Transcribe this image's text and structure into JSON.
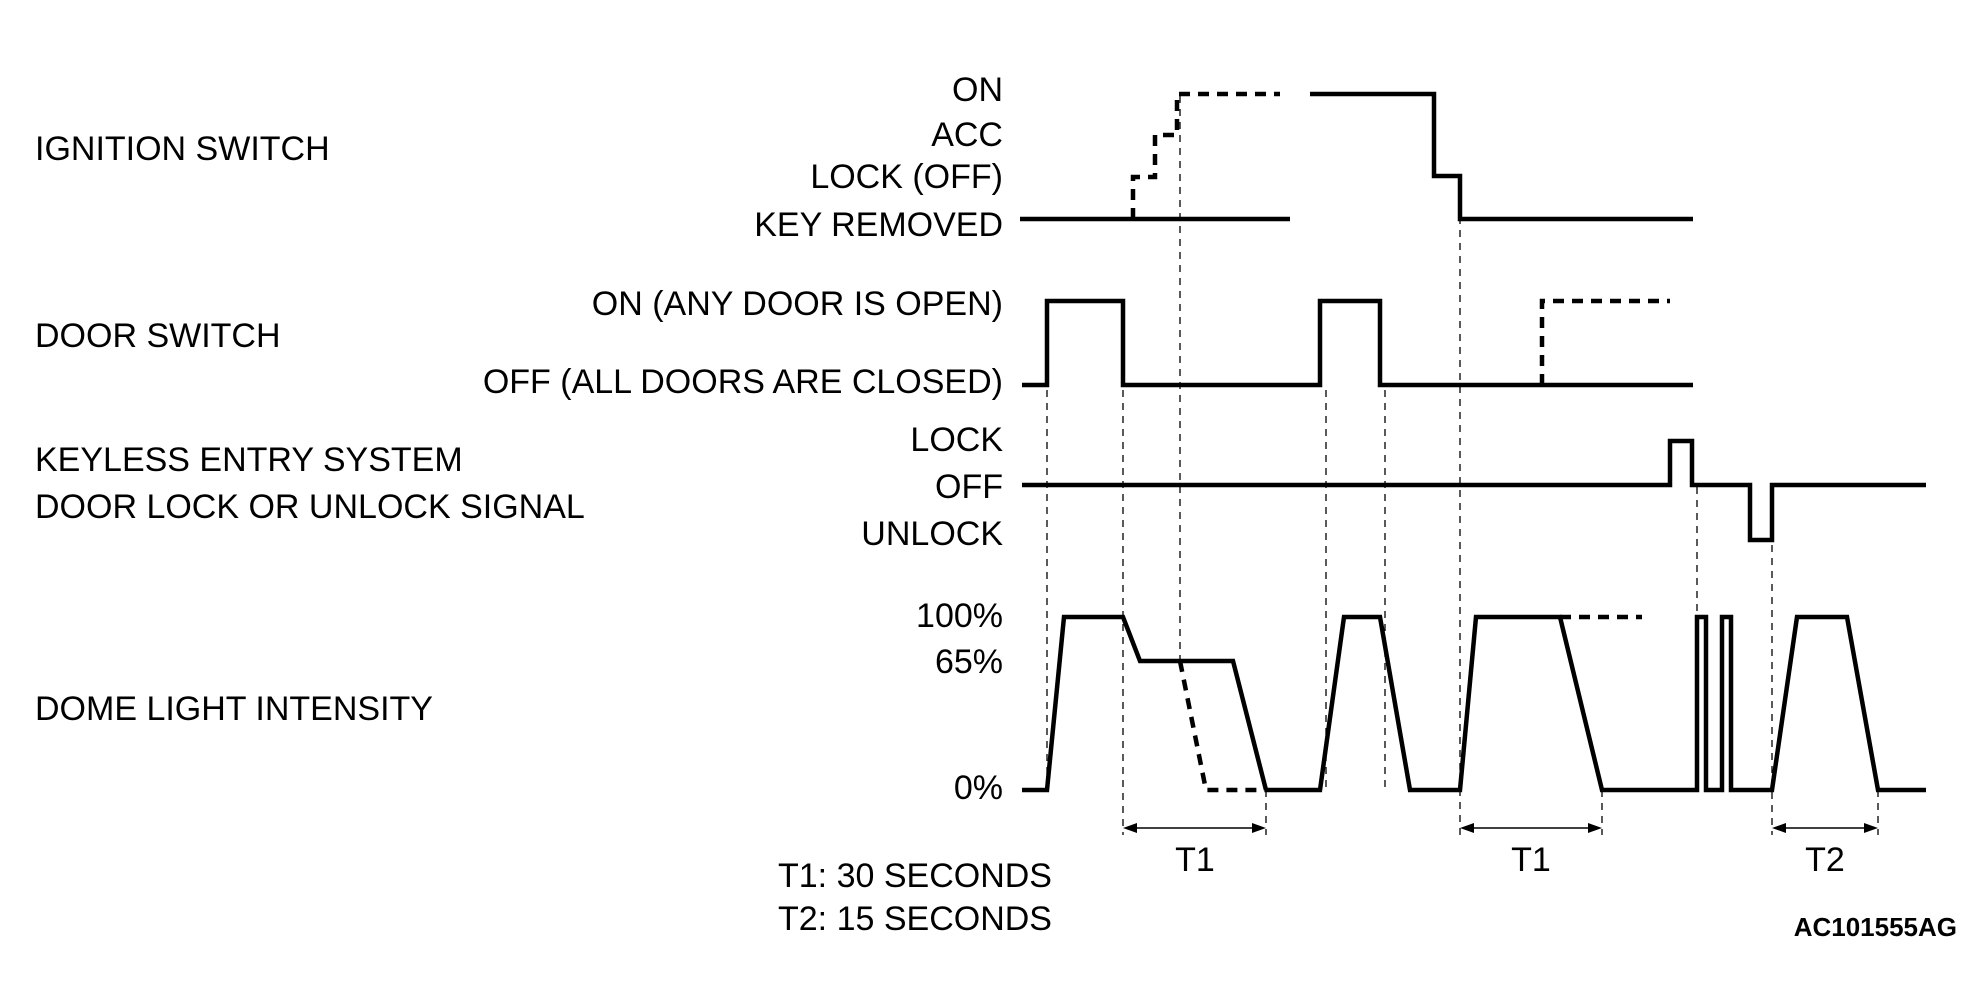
{
  "signals": {
    "ignition": {
      "name": "IGNITION SWITCH",
      "levels": {
        "on": "ON",
        "acc": "ACC",
        "lock": "LOCK (OFF)",
        "removed": "KEY REMOVED"
      }
    },
    "door": {
      "name": "DOOR SWITCH",
      "levels": {
        "on": "ON (ANY DOOR IS OPEN)",
        "off": "OFF (ALL DOORS ARE CLOSED)"
      }
    },
    "keyless": {
      "name_line1": "KEYLESS ENTRY SYSTEM",
      "name_line2": "DOOR LOCK OR UNLOCK SIGNAL",
      "levels": {
        "lock": "LOCK",
        "off": "OFF",
        "unlock": "UNLOCK"
      }
    },
    "dome": {
      "name": "DOME LIGHT INTENSITY",
      "levels": {
        "full": "100%",
        "mid": "65%",
        "zero": "0%"
      }
    }
  },
  "intervals": {
    "t1_label": "T1",
    "t2_label": "T2"
  },
  "legend": {
    "t1": "T1: 30 SECONDS",
    "t2": "T2: 15 SECONDS"
  },
  "figure_id": "AC101555AG"
}
